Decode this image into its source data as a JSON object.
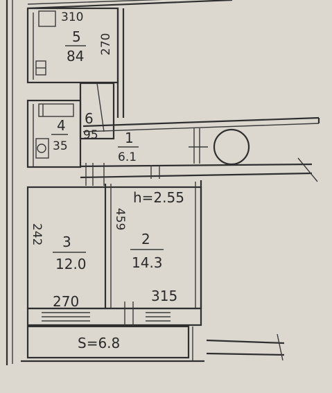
{
  "colors": {
    "paper": "#dcd8cf",
    "ink": "#2a2a2a"
  },
  "rooms": {
    "r5": {
      "number": "5",
      "area": "84",
      "width": "310",
      "height": "270"
    },
    "r6": {
      "number": "6",
      "area": "95"
    },
    "r4": {
      "number": "4",
      "area": "35"
    },
    "r1": {
      "number": "1",
      "area": "6.1"
    },
    "r3": {
      "number": "3",
      "area": "12.0",
      "side": "242"
    },
    "r2": {
      "number": "2",
      "area": "14.3",
      "side": "459"
    }
  },
  "ceiling_height": "h=2.55",
  "dims": {
    "left_bottom": "270",
    "right_bottom": "315"
  },
  "balcony": {
    "label": "S=6.8"
  }
}
